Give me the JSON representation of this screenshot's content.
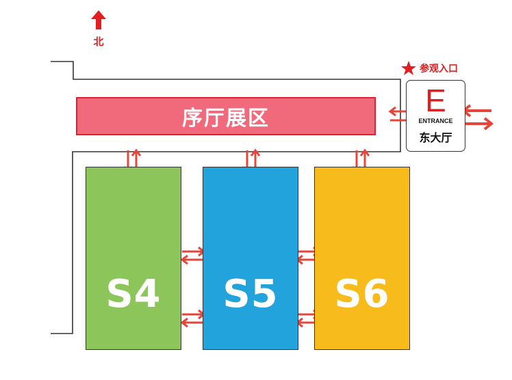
{
  "compass": {
    "north_label": "北"
  },
  "lobby": {
    "label": "序厅展区",
    "fill_color": "#f06a7c",
    "border_color": "#e02030"
  },
  "halls": [
    {
      "id": "S4",
      "label": "S4",
      "color": "#8cc65a"
    },
    {
      "id": "S5",
      "label": "S5",
      "color": "#22a3dc"
    },
    {
      "id": "S6",
      "label": "S6",
      "color": "#f7bb1c"
    }
  ],
  "entrance": {
    "letter": "E",
    "english": "ENTRANCE",
    "chinese": "东大厅",
    "visit_entry_label": "参观入口"
  },
  "colors": {
    "accent": "#e02020",
    "arrow": "#e8453a",
    "wall": "#333333"
  },
  "icons": [
    "north-arrow-icon",
    "star-icon",
    "two-way-arrow-icon"
  ]
}
